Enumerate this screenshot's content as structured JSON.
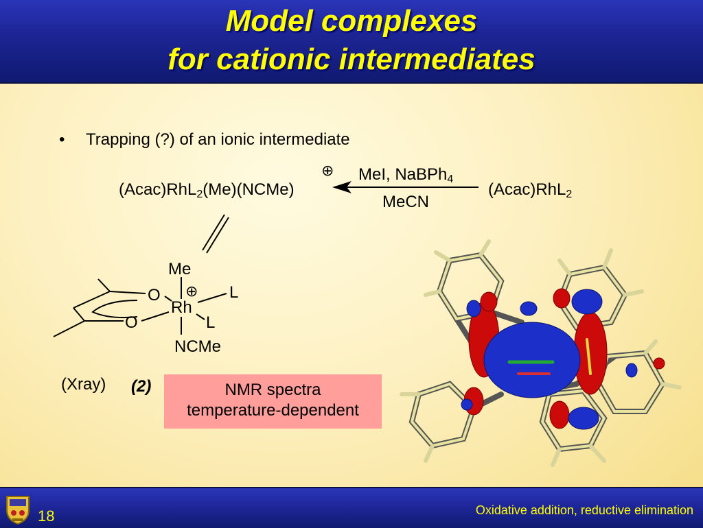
{
  "slide": {
    "title_line1": "Model complexes",
    "title_line2": "for cationic intermediates",
    "bullet_symbol": "•",
    "bullet_text": "Trapping (?) of an ionic intermediate",
    "page_number": "18",
    "footer_text": "Oxidative addition, reductive elimination"
  },
  "reaction": {
    "product_main": "(Acac)RhL",
    "product_sub": "2",
    "product_tail": "(Me)(NCMe)",
    "charge": "⊕",
    "reagent_main": "MeI, NaBPh",
    "reagent_sub": "4",
    "solvent": "MeCN",
    "reactant_main": "(Acac)RhL",
    "reactant_sub": "2"
  },
  "structure": {
    "me": "Me",
    "o_top": "O",
    "o_bottom": "O",
    "rh": "Rh",
    "charge": "⊕",
    "l_top": "L",
    "l_bottom": "L",
    "ncme": "NCMe"
  },
  "labels": {
    "xray": "(Xray)",
    "compound_number": "(2)",
    "nmr_line1": "NMR spectra",
    "nmr_line2": "temperature-dependent"
  },
  "colors": {
    "title": "#ffff00",
    "header": "#1d2596",
    "nmr_box": "#ff9e9a",
    "orbital_blue": "#1c2fc8",
    "orbital_red": "#cc0a0a"
  },
  "icons": [
    "university-crest-icon",
    "arrow-left-icon",
    "orbital-model-image"
  ]
}
